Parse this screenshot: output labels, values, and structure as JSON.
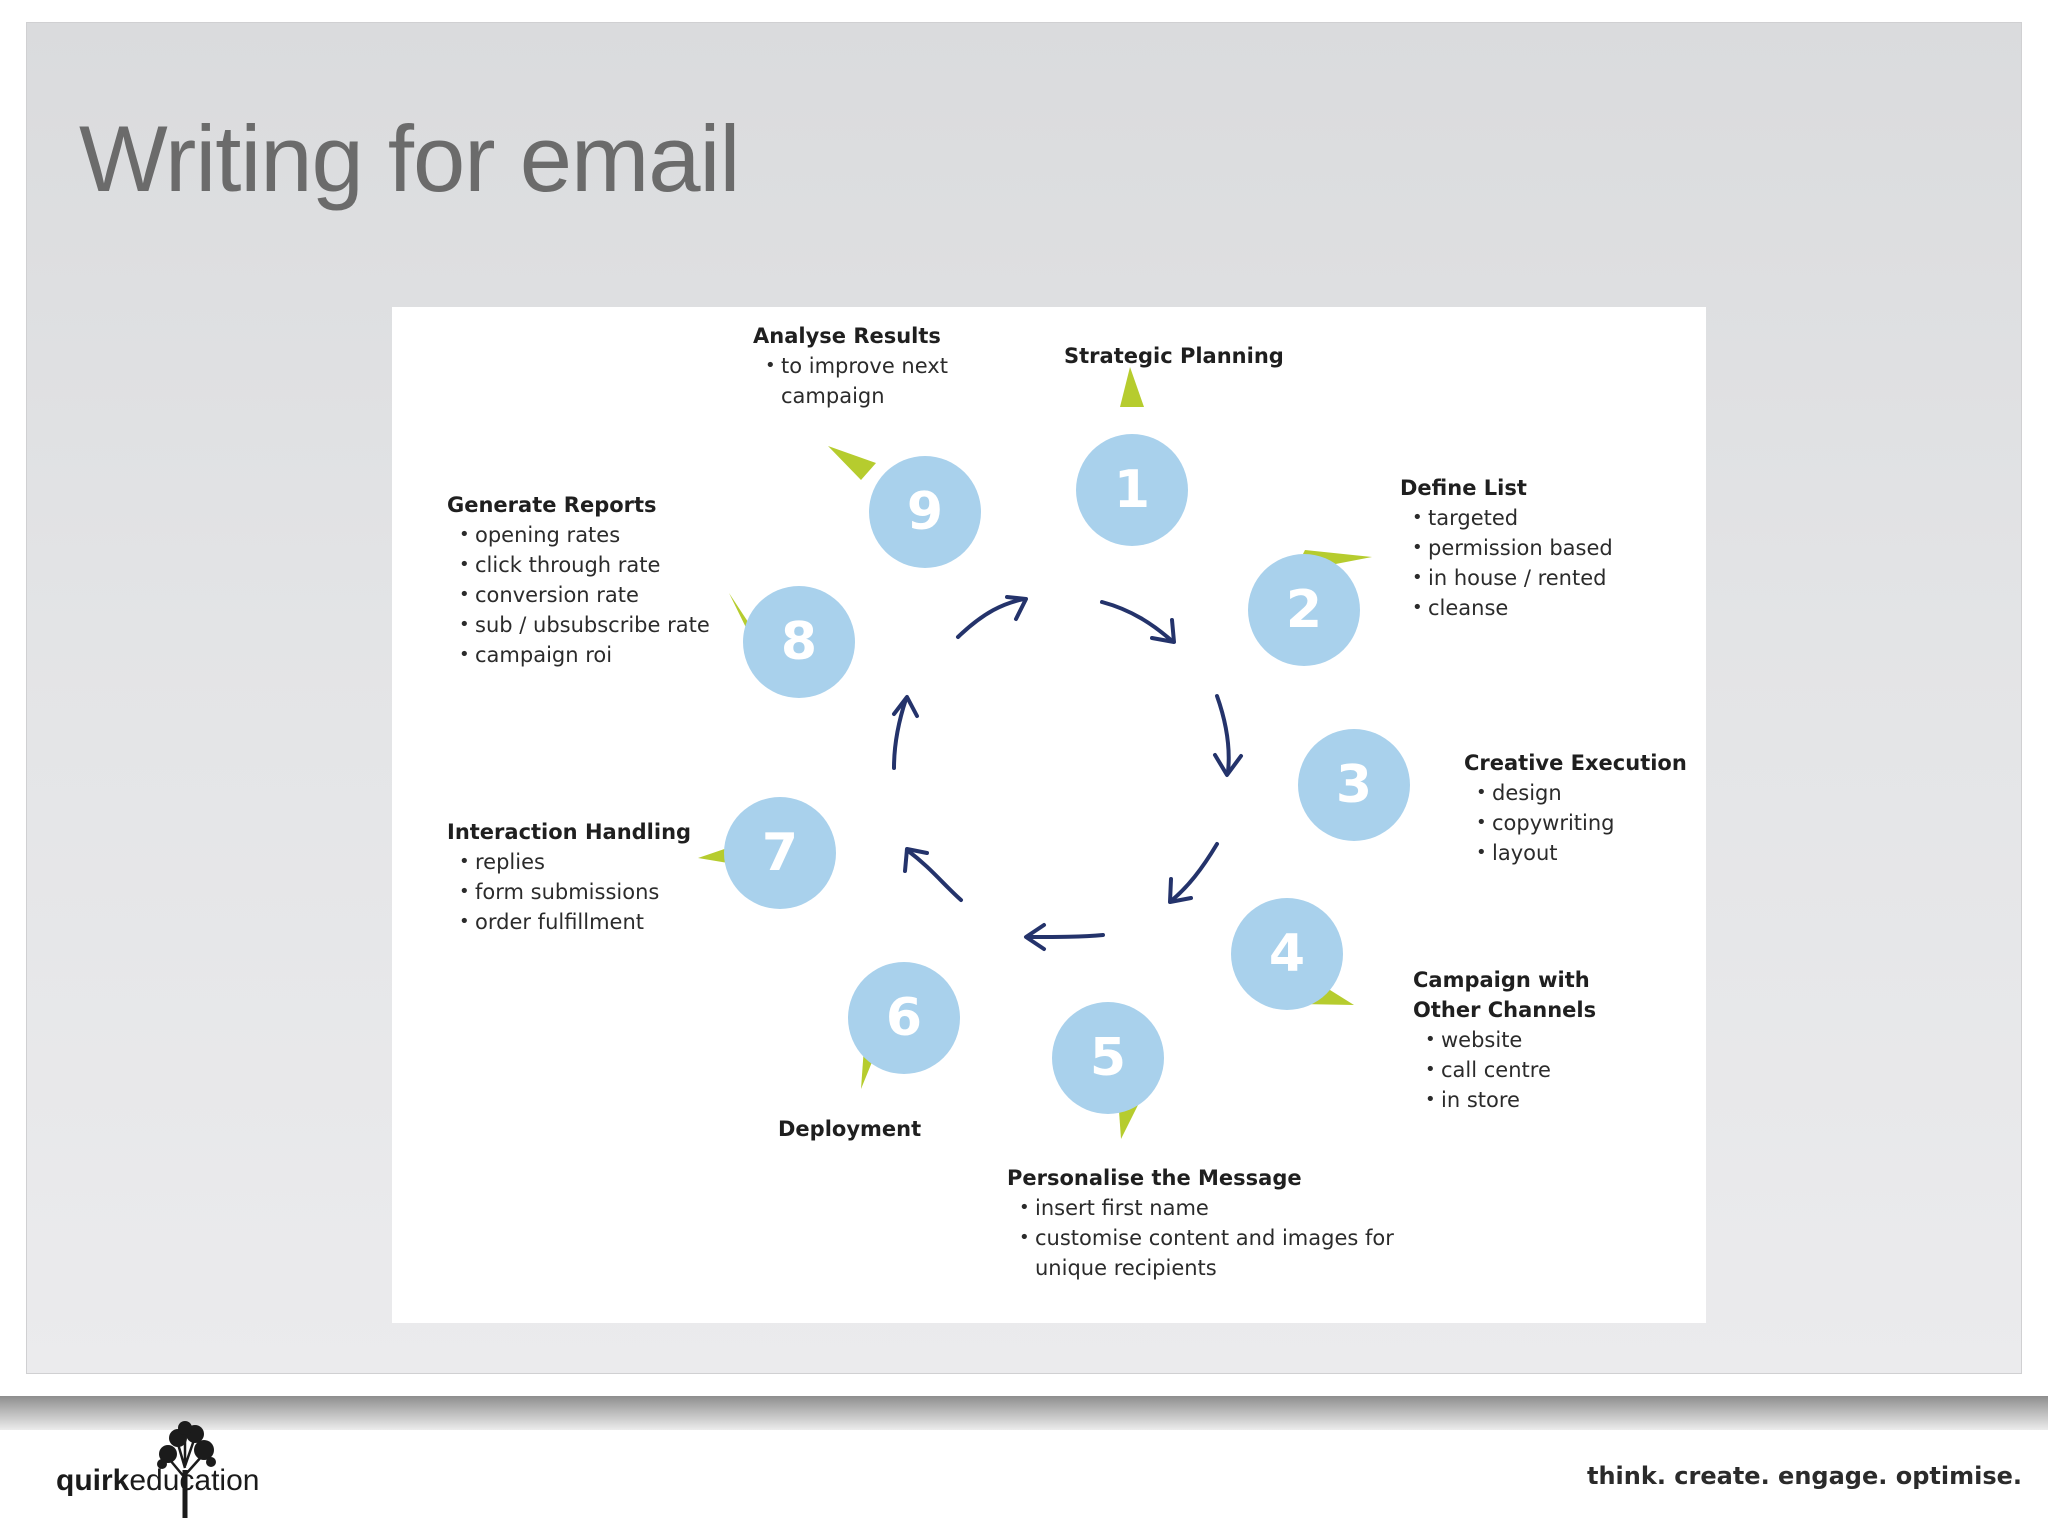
{
  "slide": {
    "title": "Writing for email",
    "tagline": "think. create. engage. optimise.",
    "brand": {
      "part1": "quirk",
      "part2": "education"
    }
  },
  "colors": {
    "badge": "#a9d1ec",
    "pointer": "#b6cc2e",
    "arrow": "#24336b"
  },
  "diagram": {
    "stages": [
      {
        "number": "1",
        "title": "Strategic Planning",
        "bullets": []
      },
      {
        "number": "2",
        "title": "Define List",
        "bullets": [
          "targeted",
          "permission based",
          "in house / rented",
          "cleanse"
        ]
      },
      {
        "number": "3",
        "title": "Creative Execution",
        "bullets": [
          "design",
          "copywriting",
          "layout"
        ]
      },
      {
        "number": "4",
        "title_lines": [
          "Campaign with",
          "Other Channels"
        ],
        "bullets": [
          "website",
          "call centre",
          "in store"
        ]
      },
      {
        "number": "5",
        "title": "Personalise the Message",
        "bullets": [
          "insert first name",
          "customise content and images for unique recipients"
        ]
      },
      {
        "number": "6",
        "title": "Deployment",
        "bullets": []
      },
      {
        "number": "7",
        "title": "Interaction Handling",
        "bullets": [
          "replies",
          "form submissions",
          "order fulfillment"
        ]
      },
      {
        "number": "8",
        "title": "Generate Reports",
        "bullets": [
          "opening rates",
          "click through rate",
          "conversion rate",
          "sub / ubsubscribe rate",
          "campaign roi"
        ]
      },
      {
        "number": "9",
        "title": "Analyse Results",
        "bullets": [
          "to improve next campaign"
        ]
      }
    ]
  }
}
